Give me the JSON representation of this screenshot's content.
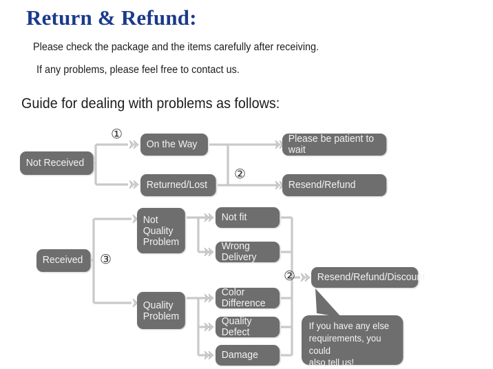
{
  "header": {
    "title": "Return & Refund:",
    "intro_line_1": "Please check the package and the items carefully after receiving.",
    "intro_line_2": "If any problems, please feel free to contact us.",
    "subtitle": "Guide for dealing with problems as follows:"
  },
  "colors": {
    "title_blue": "#1b3a8c",
    "node_gray": "#6e6e6e",
    "node_text": "#f2f2f2",
    "connector_gray": "#c9c9c9",
    "background": "#ffffff"
  },
  "flow": {
    "nodes": {
      "not_received": "Not Received",
      "on_the_way": "On the Way",
      "returned_lost": "Returned/Lost",
      "please_be_patient": "Please be patient to wait",
      "resend_refund": "Resend/Refund",
      "received": "Received",
      "not_quality_problem": "Not\nQuality\nProblem",
      "quality_problem": "Quality\nProblem",
      "not_fit": "Not fit",
      "wrong_delivery": "Wrong Delivery",
      "color_difference": "Color Difference",
      "quality_defect": "Quality Defect",
      "damage": "Damage",
      "resend_refund_discount": "Resend/Refund/Discount"
    },
    "markers": {
      "m1": "①",
      "m2_top": "②",
      "m3": "③",
      "m2_bottom": "②"
    },
    "callout": "If you have any else\nrequirements, you could\nalso tell us!"
  }
}
